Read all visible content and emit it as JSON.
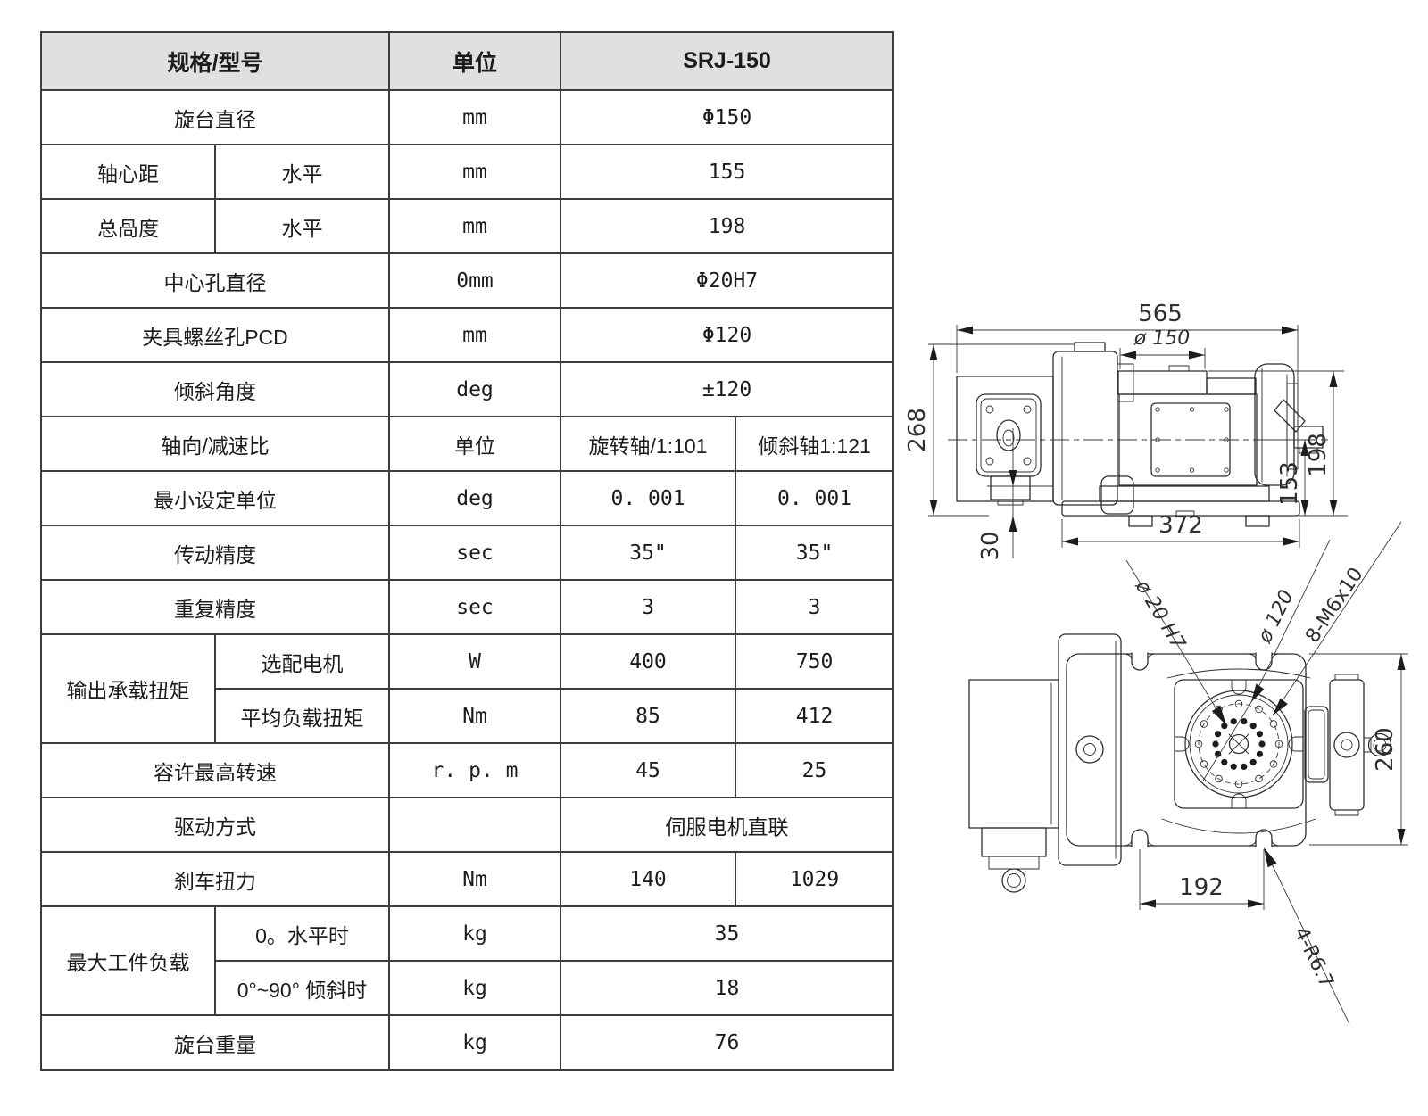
{
  "table": {
    "header": {
      "spec": "规格/型号",
      "unit": "单位",
      "model": "SRJ-150",
      "bg": "#e0e0e0"
    },
    "rows": {
      "r1": {
        "label": "旋台直径",
        "unit": "mm",
        "value": "Φ150"
      },
      "r2": {
        "label": "轴心距",
        "sub": "水平",
        "unit": "mm",
        "value": "155"
      },
      "r3": {
        "label": "总咼度",
        "sub": "水平",
        "unit": "mm",
        "value": "198"
      },
      "r4": {
        "label": "中心孔直径",
        "unit": "0mm",
        "value": "Φ20H7"
      },
      "r5": {
        "label": "夹具螺丝孔PCD",
        "unit": "mm",
        "value": "Φ120"
      },
      "r6": {
        "label": "倾斜角度",
        "unit": "deg",
        "value": "±120"
      },
      "r7": {
        "label": "轴向/减速比",
        "unit": "单位",
        "v1": "旋转轴/1:101",
        "v2": "倾斜轴1:121"
      },
      "r8": {
        "label": "最小设定单位",
        "unit": "deg",
        "v1": "0. 001",
        "v2": "0. 001"
      },
      "r9": {
        "label": "传动精度",
        "unit": "sec",
        "v1": "35\"",
        "v2": "35\""
      },
      "r10": {
        "label": "重复精度",
        "unit": "sec",
        "v1": "3",
        "v2": "3"
      },
      "r11": {
        "group": "输出承载扭矩",
        "sub": "选配电机",
        "unit": "W",
        "v1": "400",
        "v2": "750"
      },
      "r12": {
        "sub": "平均负载扭矩",
        "unit": "Nm",
        "v1": "85",
        "v2": "412"
      },
      "r13": {
        "label": "容许最高转速",
        "unit": "r. p. m",
        "v1": "45",
        "v2": "25"
      },
      "r14": {
        "label": "驱动方式",
        "unit": "",
        "value": "伺服电机直联"
      },
      "r15": {
        "label": "刹车扭力",
        "unit": "Nm",
        "v1": "140",
        "v2": "1029"
      },
      "r16": {
        "group": "最大工件负载",
        "sub": "0。水平时",
        "unit": "kg",
        "value": "35"
      },
      "r17": {
        "sub": "0°~90° 倾斜时",
        "unit": "kg",
        "value": "18"
      },
      "r18": {
        "label": "旋台重量",
        "unit": "kg",
        "value": "76"
      }
    }
  },
  "drawing": {
    "side_view": {
      "dim_width_top": "565",
      "dim_table_dia": "ø 150",
      "dim_height_left": "268",
      "dim_height_center": "153",
      "dim_height_right": "198",
      "dim_base_width": "372",
      "dim_base_height": "30"
    },
    "top_view": {
      "label_center_hole": "ø 20 H7",
      "label_bolt_pcd": "ø 120",
      "label_bolt_spec": "8-M6x10",
      "dim_depth": "260",
      "dim_slot_span": "192",
      "label_corner_radius": "4-R6.7"
    }
  }
}
